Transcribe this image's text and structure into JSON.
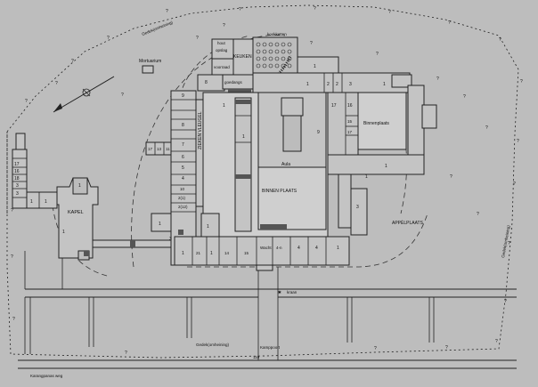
{
  "map": {
    "labels": {
      "mortuarium": "Mortuarium",
      "keuken": "KEUKEN",
      "kookketten": "kookketten",
      "hout_opslag_1": "hout",
      "hout_opslag_2": "opslag",
      "voorraad": "voorraad",
      "goedangs": "goedangs",
      "zieken_vleugel": "ZIEKEN VLEUGEL",
      "kapel": "KAPEL",
      "aula": "Aula",
      "binnen_plaats": "BINNEN PLAATS",
      "binnenplaats": "Binnenplaats",
      "appelplaats": "APPÈLPLAATS",
      "wacht": "Wacht",
      "kraan": "kraan",
      "kamppoort": "Kamppoort",
      "gedek_top": "Gedek(omheining)",
      "gedek_bottom": "Gedek(omheining)",
      "gedek_right": "Gedek(omheining)",
      "karangpanas_weg": "Karangpanas weg"
    },
    "room_numbers": {
      "r1": "1",
      "r2": "1",
      "r3": "1",
      "r4": "1",
      "r5": "1",
      "r6": "1",
      "r7": "1",
      "r8": "1",
      "r9": "1",
      "r10": "1",
      "r11": "1",
      "r12": "1",
      "r13": "1",
      "r14": "1",
      "r15": "1",
      "r16": "1",
      "n17a": "17",
      "n16a": "16",
      "n18a": "18",
      "n3a": "3",
      "n3b": "3",
      "n2a": "2",
      "n2b": "2",
      "n3c": "3",
      "n9": "9",
      "n8": "8",
      "n7": "7",
      "n6": "6",
      "n5": "5",
      "n4": "4",
      "n10": "10",
      "n211": "2(1)",
      "n212": "2(12)",
      "n17b": "17",
      "n13": "13",
      "n11": "11",
      "n21": "21",
      "n14": "14",
      "n15": "15",
      "n4n": "4-n",
      "n4b": "4",
      "n4c": "4",
      "n17c": "17",
      "n16b": "16",
      "n15b": "15",
      "n17d": "17",
      "n9b": "9",
      "n3d": "3",
      "n110": "110",
      "n3e": "3",
      "n8b": "8"
    }
  }
}
